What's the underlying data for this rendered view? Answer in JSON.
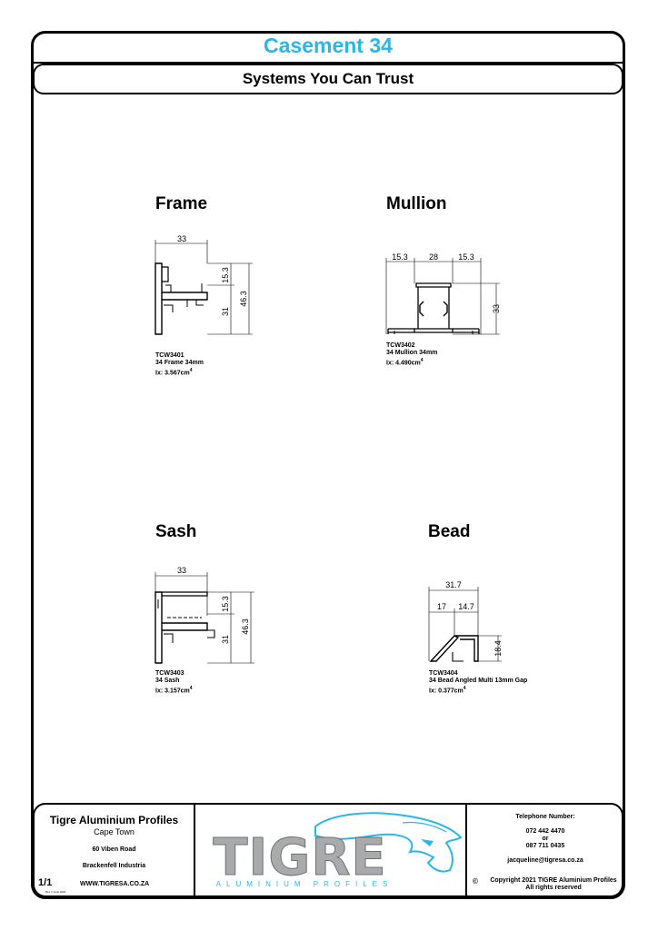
{
  "header": {
    "title": "Casement 34",
    "subtitle": "Systems You Can Trust"
  },
  "colors": {
    "title": "#29b6e8",
    "logo_gray": "#a9aaab",
    "logo_blue": "#29b6e8"
  },
  "profiles": {
    "frame": {
      "title": "Frame",
      "dims": {
        "width": "33",
        "top": "15.3",
        "lower": "31",
        "total": "46.3"
      },
      "code": "TCW3401",
      "name": "34 Frame 34mm",
      "ix": "Ix: 3.567cm",
      "ix_exp": "4"
    },
    "mullion": {
      "title": "Mullion",
      "dims": {
        "left": "15.3",
        "mid": "28",
        "right": "15.3",
        "height": "33"
      },
      "code": "TCW3402",
      "name": "34 Mullion 34mm",
      "ix": "Ix: 4.490cm",
      "ix_exp": "4"
    },
    "sash": {
      "title": "Sash",
      "dims": {
        "width": "33",
        "top": "15.3",
        "lower": "31",
        "total": "46.3"
      },
      "code": "TCW3403",
      "name": "34 Sash",
      "ix": "Ix: 3.157cm",
      "ix_exp": "4"
    },
    "bead": {
      "title": "Bead",
      "dims": {
        "total": "31.7",
        "left": "17",
        "right": "14.7",
        "height": "18.4"
      },
      "code": "TCW3404",
      "name": "34 Bead Angled Multi 13mm Gap",
      "ix": "Ix: 0.377cm",
      "ix_exp": "4"
    }
  },
  "footer": {
    "company": "Tigre Aluminium Profiles",
    "city": "Cape Town",
    "address1": "60 Viben Road",
    "address2": "Brackenfell Industria",
    "page": "1/1",
    "revision": "Rev 1 June 2021",
    "website": "WWW.TIGRESA.CO.ZA",
    "logo_text": "TIGRE",
    "logo_sub": "ALUMINIUM PROFILES",
    "phone_label": "Telephone Number:",
    "phone1": "072 442 4470",
    "phone_or": "or",
    "phone2": "087 711 0435",
    "email": "jacqueline@tigresa.co.za",
    "copyright_symbol": "©",
    "copyright": "Copyright 2021 TIGRE Aluminium Profiles",
    "rights": "All rights reserved"
  }
}
